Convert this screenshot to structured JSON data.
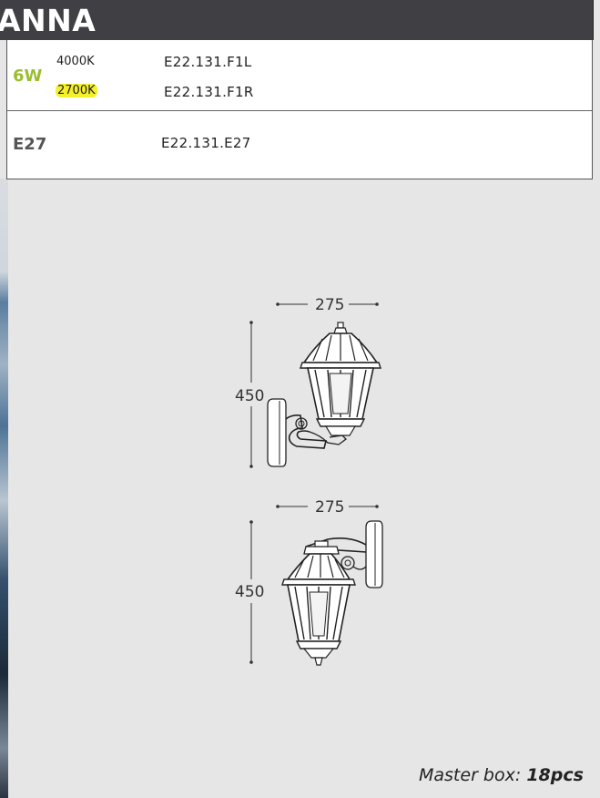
{
  "header": {
    "title": "ANNA"
  },
  "table": {
    "row1": {
      "wattage": "6W",
      "cct_a": "4000K",
      "cct_b": "2700K",
      "code_a": "E22.131.F1L",
      "code_b": "E22.131.F1R"
    },
    "row2": {
      "socket": "E27",
      "code": "E22.131.E27"
    }
  },
  "drawing_top": {
    "width_label": "275",
    "height_label": "450"
  },
  "drawing_bottom": {
    "width_label": "275",
    "height_label": "450"
  },
  "footer": {
    "master_box_label": "Master box:",
    "master_box_value": "18pcs"
  },
  "colors": {
    "title_bg": "#3f3f44",
    "wattage": "#9bbd31",
    "highlight": "#f4f02a",
    "panel_bg": "#e6e6e6"
  }
}
